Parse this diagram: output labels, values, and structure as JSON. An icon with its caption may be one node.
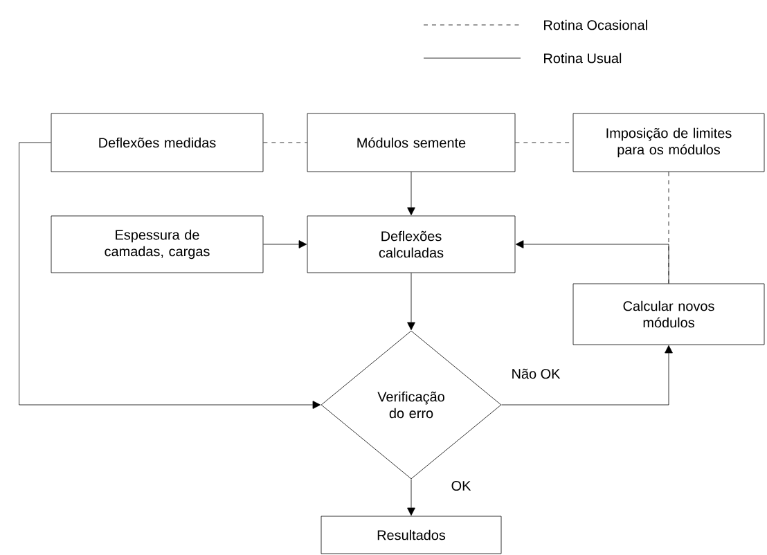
{
  "diagram": {
    "nodes": [
      {
        "text": [
          "Deflexões medidas"
        ]
      },
      {
        "text": [
          "Módulos semente"
        ]
      },
      {
        "text": [
          "Imposição de limites para os módulos"
        ]
      },
      {
        "text": [
          "Espessura de camadas, cargas"
        ]
      },
      {
        "text": [
          "Deflexões calculadas"
        ]
      },
      {
        "text": [
          "Calcular novos módulos"
        ]
      },
      {
        "text": [
          "Verificação do erro"
        ]
      },
      {
        "text": [
          "Resultados"
        ]
      }
    ],
    "edges": [
      {
        "from": 0,
        "to": 1,
        "arrow": "none",
        "style": "dashed"
      },
      {
        "from": 1,
        "to": 2,
        "arrow": "none",
        "style": "dashed"
      },
      {
        "from": 1,
        "to": 4,
        "arrow": "to"
      },
      {
        "from": 3,
        "to": 4,
        "arrow": "to"
      },
      {
        "from": 5,
        "to": 4,
        "arrow": "to"
      },
      {
        "from": 2,
        "to": 5,
        "arrow": "none",
        "style": "dashed"
      },
      {
        "from": 4,
        "to": 6,
        "arrow": "to"
      },
      {
        "from": 0,
        "to": 6,
        "arrow": "to"
      },
      {
        "from": 6,
        "to": 5,
        "arrow": "to",
        "label": "Não OK"
      },
      {
        "from": 6,
        "to": 7,
        "arrow": "to",
        "label": "OK"
      }
    ],
    "legend": [
      {
        "text": "Rotina Ocasional"
      },
      {
        "text": "Rotina Usual"
      }
    ]
  }
}
